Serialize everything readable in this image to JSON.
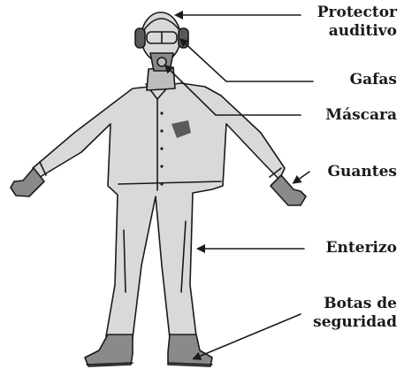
{
  "labels": {
    "protector": "Protector",
    "auditivo": "auditivo",
    "gafas": "Gafas",
    "mascara": "Máscara",
    "guantes": "Guantes",
    "enterizo": "Enterizo",
    "botas_1": "Botas de",
    "botas_2": "seguridad"
  },
  "colors": {
    "ink": "#1a1a1a",
    "suit": "#d9d9d9",
    "boot": "#7a7a7a",
    "glove": "#8a8a8a"
  }
}
